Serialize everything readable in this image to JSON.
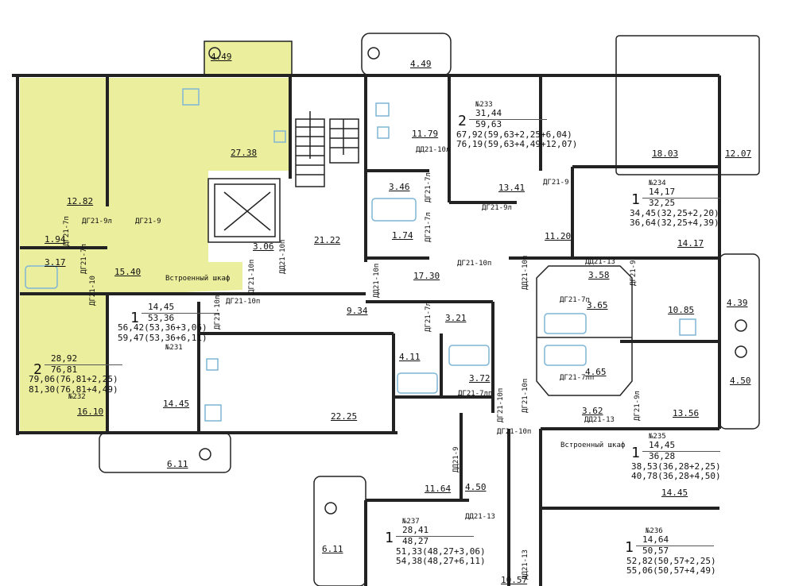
{
  "apartments": [
    {
      "number": "№231",
      "rooms": "1",
      "living": "14,45",
      "total": "53,36",
      "with_loggia_half": "56,42(53,36+3,06)",
      "with_loggia_full": "59,47(53,36+6,11)"
    },
    {
      "number": "№232",
      "rooms": "2",
      "living": "28,92",
      "total": "76,81",
      "with_loggia_half": "79,06(76,81+2,25)",
      "with_loggia_full": "81,30(76,81+4,49)"
    },
    {
      "number": "№233",
      "rooms": "2",
      "living": "31,44",
      "total": "59,63",
      "with_loggia_half": "67,92(59,63+2,25+6,04)",
      "with_loggia_full": "76,19(59,63+4,49+12,07)"
    },
    {
      "number": "№234",
      "rooms": "1",
      "living": "14,17",
      "total": "32,25",
      "with_loggia_half": "34,45(32,25+2,20)",
      "with_loggia_full": "36,64(32,25+4,39)"
    },
    {
      "number": "№235",
      "rooms": "1",
      "living": "14,45",
      "total": "36,28",
      "with_loggia_half": "38,53(36,28+2,25)",
      "with_loggia_full": "40,78(36,28+4,50)"
    },
    {
      "number": "№236",
      "rooms": "1",
      "living": "14,64",
      "total": "50,57",
      "with_loggia_half": "52,82(50,57+2,25)",
      "with_loggia_full": "55,06(50,57+4,49)"
    },
    {
      "number": "№237",
      "rooms": "1",
      "living": "28,41",
      "total": "48,27",
      "with_loggia_half": "51,33(48,27+3,06)",
      "with_loggia_full": "54,38(48,27+6,11)"
    }
  ],
  "room_areas": [
    "4.49",
    "4.49",
    "27.38",
    "12.82",
    "1.94",
    "3.17",
    "15.40",
    "3.06",
    "21.22",
    "17.30",
    "11.79",
    "3.46",
    "1.74",
    "13.41",
    "18.03",
    "12.07",
    "11.20",
    "14.17",
    "3.58",
    "3.65",
    "10.85",
    "4.39",
    "4.65",
    "3.62",
    "13.56",
    "4.50",
    "9.34",
    "3.21",
    "4.11",
    "3.72",
    "14.45",
    "22.25",
    "16.10",
    "6.11",
    "11.64",
    "4.50",
    "14.45",
    "6.11",
    "10.57"
  ],
  "doors": [
    "ДГ21-9л",
    "ДГ21-9",
    "ДГ21-7п",
    "ДГ21-7п",
    "ДГ21-10",
    "ДГ21-10п",
    "ДГ21-10п",
    "ДГ21-10л",
    "ДД21-10л",
    "ДГ21-7л",
    "ДГ21-7л",
    "ДГ21-10п",
    "ДГ21-9л",
    "ДГ21-9",
    "ДД21-10п",
    "ДД21-13",
    "ДГ21-9",
    "ДД21-10п",
    "ДГ21-7п",
    "ДГ21-7л",
    "ДГ21-7лп",
    "ДД21-13",
    "ДГ21-9л",
    "ДГ21-7лп",
    "ДГ21-10п",
    "ДГ21-10п",
    "ДД21-10п",
    "ДД21-9",
    "ДД21-13",
    "ДД21-13",
    "ДГ21-10п"
  ],
  "wardrobes": [
    "Встроенный шкаф",
    "Встроенный шкаф"
  ],
  "colors": {
    "highlight": "#ebee9c",
    "wall": "#222222",
    "fixture": "#7fb6d6"
  }
}
